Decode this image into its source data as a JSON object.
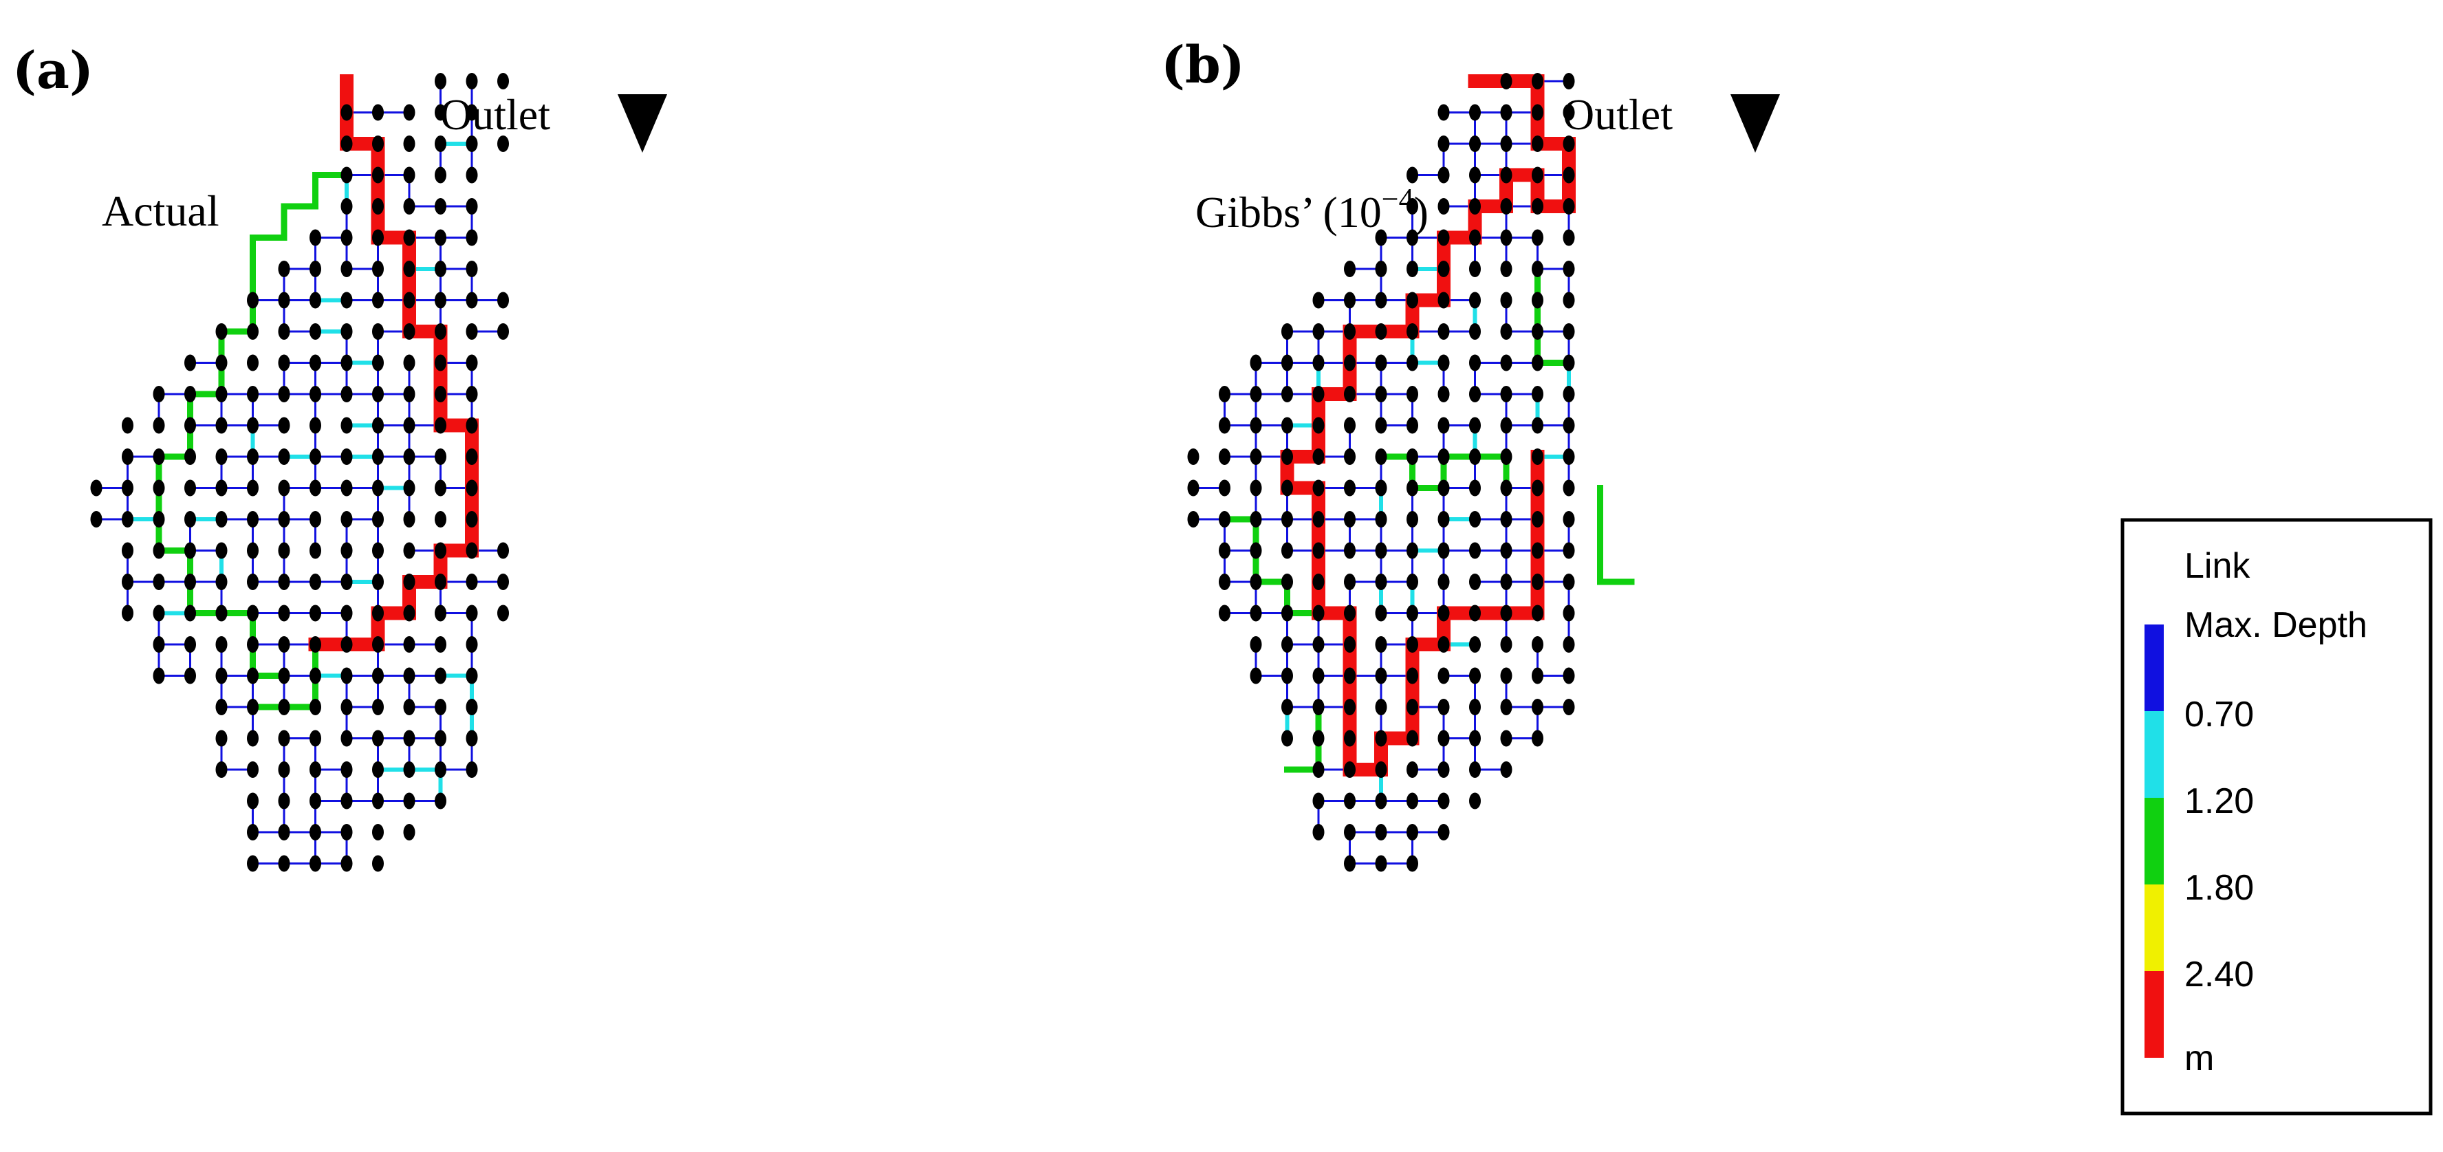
{
  "panel_a": {
    "tag": "(a)",
    "outlet_label": "Outlet",
    "caption": "Actual"
  },
  "panel_b": {
    "tag": "(b)",
    "outlet_label": "Outlet",
    "caption_base": "Gibbs’ (10",
    "caption_exp": "−4",
    "caption_close": ")"
  },
  "legend": {
    "title_line1": "Link",
    "title_line2": "Max. Depth",
    "thresholds": [
      "0.70",
      "1.20",
      "1.80",
      "2.40"
    ],
    "unit": "m",
    "colors": [
      "#1010e0",
      "#20e0e8",
      "#10d010",
      "#f0f000",
      "#f01010"
    ]
  },
  "style": {
    "node_color": "#000000",
    "outlet_color": "#000000"
  }
}
